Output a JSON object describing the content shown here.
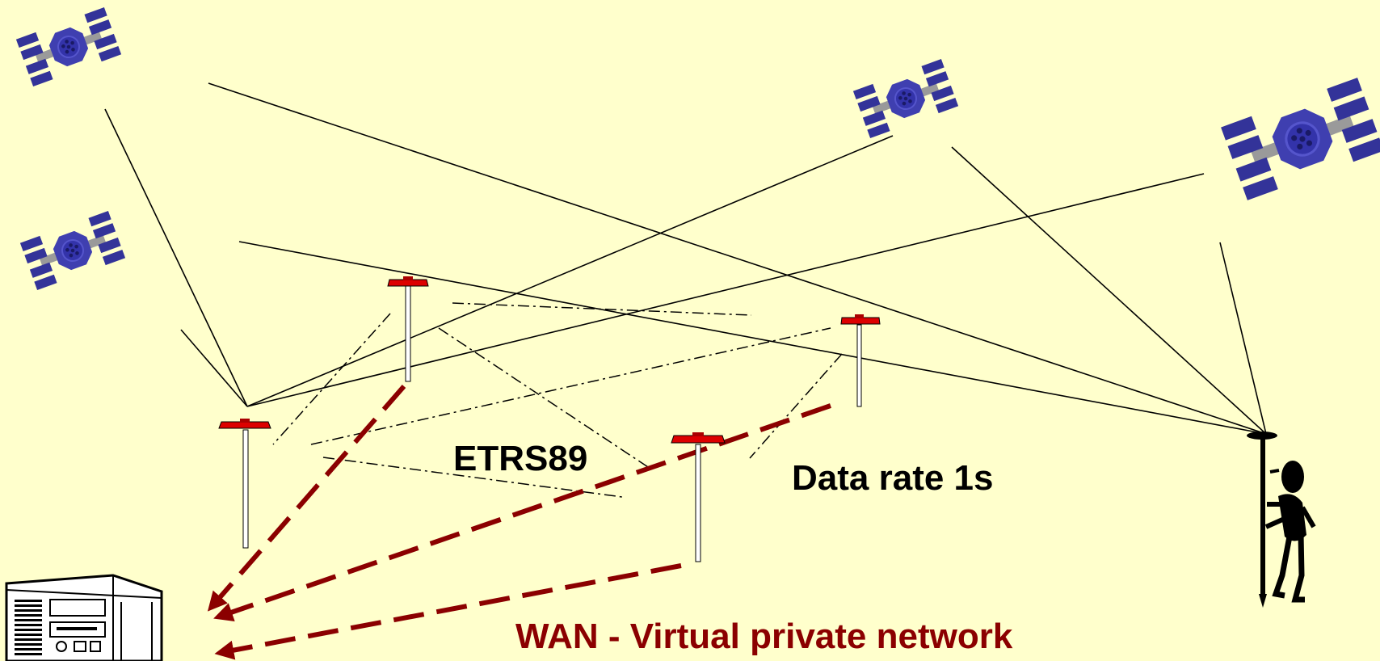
{
  "labels": {
    "datum": "ETRS89",
    "data_rate": "Data rate 1s",
    "network": "WAN - Virtual private network"
  },
  "icons": {
    "satellite": "satellite-icon",
    "reference_station": "reference-station-icon",
    "rover": "surveyor-rover-icon",
    "server": "computer-server-icon"
  },
  "colors": {
    "background": "#ffffcc",
    "satellite_panel": "#333399",
    "station_head": "#dd0000",
    "network_link": "#8b0000",
    "text_dark": "#000000",
    "text_network": "#8b0000"
  }
}
